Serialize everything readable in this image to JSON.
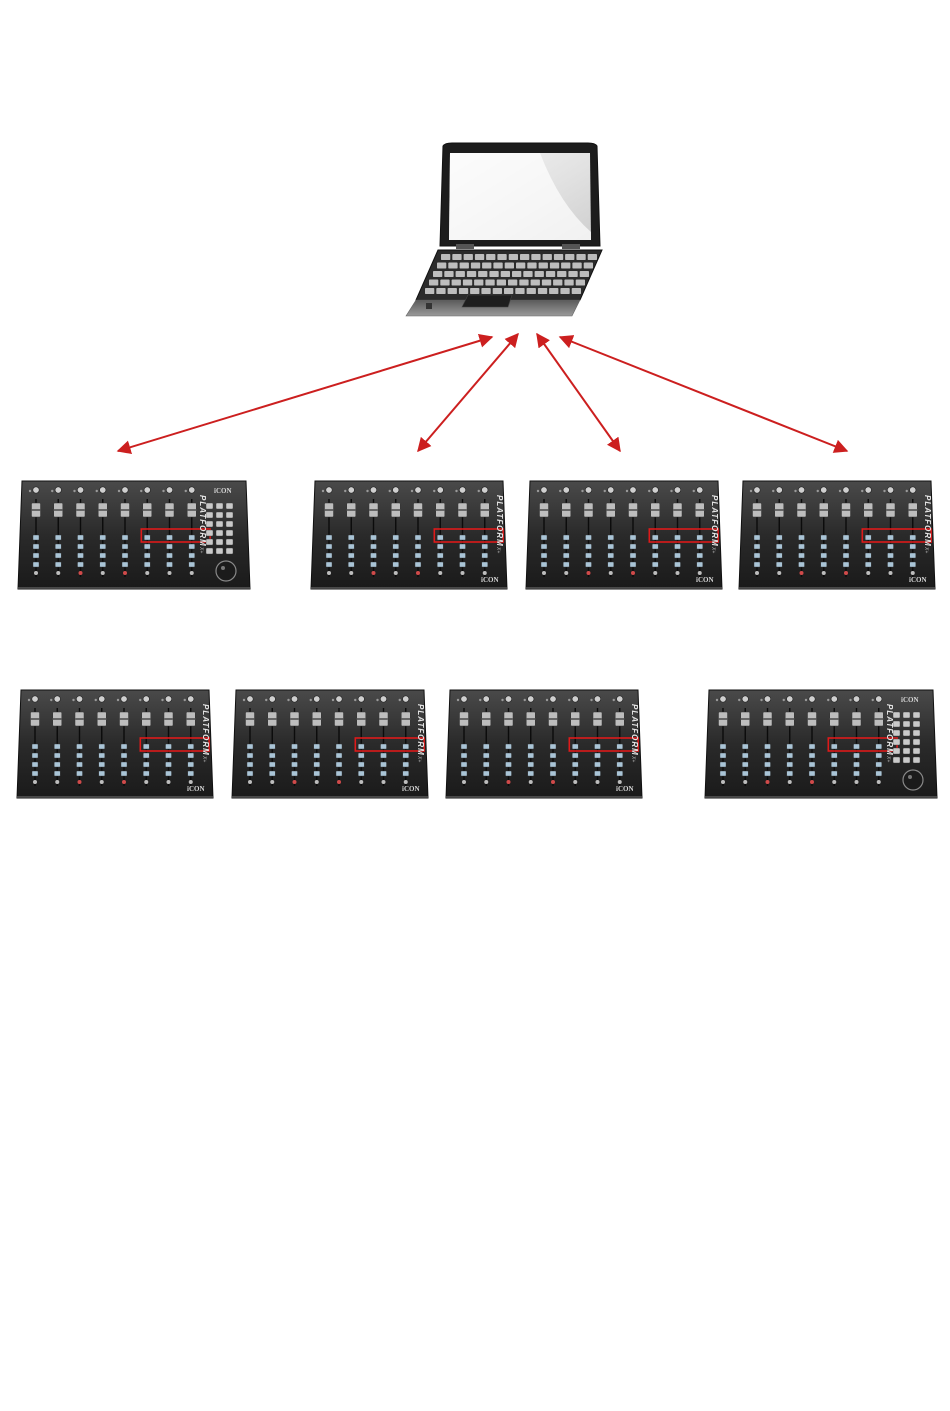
{
  "diagram": {
    "host": {
      "icon": "laptop-icon"
    },
    "arrow_color": "#cc1f1f",
    "highlight_color": "#dd1a1a",
    "brand_text": "iCON",
    "model_text": "PLATFORM",
    "model_sub": "X+",
    "connected_units": [
      {
        "kind": "master-unit",
        "icon": "control-surface-icon"
      },
      {
        "kind": "extender-unit",
        "icon": "control-surface-icon"
      },
      {
        "kind": "extender-unit",
        "icon": "control-surface-icon"
      },
      {
        "kind": "extender-unit",
        "icon": "control-surface-icon"
      }
    ],
    "second_row_units": [
      {
        "kind": "extender-unit",
        "icon": "control-surface-icon"
      },
      {
        "kind": "extender-unit",
        "icon": "control-surface-icon"
      },
      {
        "kind": "extender-unit",
        "icon": "control-surface-icon"
      },
      {
        "kind": "master-unit",
        "icon": "control-surface-icon"
      }
    ]
  }
}
